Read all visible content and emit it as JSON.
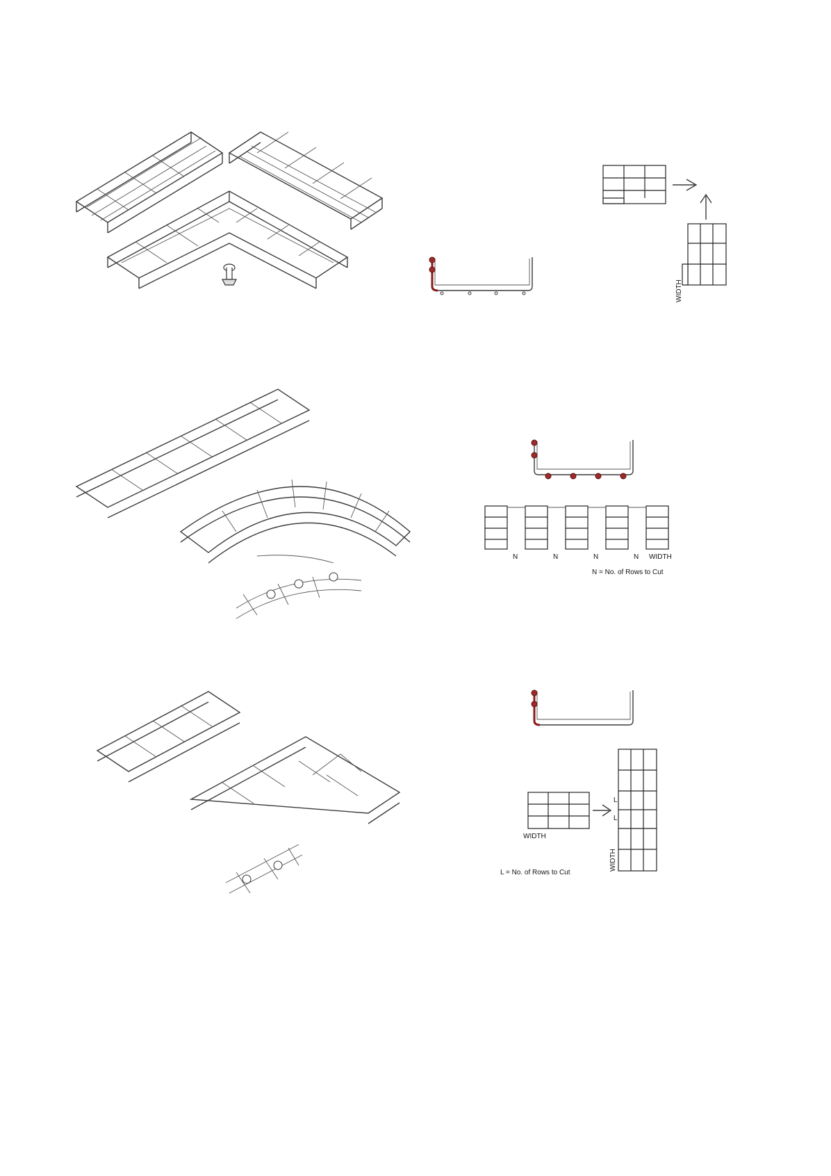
{
  "step1": {
    "title": "",
    "width_label": "WIDTH",
    "colors": {
      "cut_highlight": "#8b1a1a",
      "line": "#222222"
    }
  },
  "step2": {
    "n_label": "N",
    "width_label": "WIDTH",
    "legend": "N = No. of Rows to Cut"
  },
  "step3": {
    "width_label_left": "WIDTH",
    "width_label_right": "WIDTH",
    "l_label": "L",
    "legend": "L = No. of Rows to Cut"
  }
}
